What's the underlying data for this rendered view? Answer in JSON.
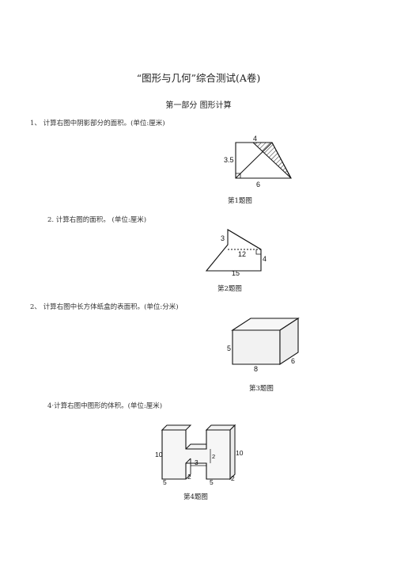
{
  "title": "“图形与几何”综合测试(A卷)",
  "section": "第一部分    图形计算",
  "questions": [
    {
      "text": "1、 计算右图中阴影部分的面积。(单位:厘米)",
      "labels": {
        "top": "4",
        "left": "3.5",
        "bottom": "6"
      },
      "caption": "第1题图"
    },
    {
      "text": "2. 计算右图的面积。 (单位:厘米)",
      "labels": {
        "left": "3",
        "middle": "12",
        "right": "4",
        "bottom": "15"
      },
      "caption": "第2题图"
    },
    {
      "text": "2、 计算右图中长方体纸盒的表面积。(单位:分米)",
      "labels": {
        "height": "5",
        "length": "8",
        "width": "6"
      },
      "caption": "第3题图"
    },
    {
      "text": "4·计算右图中图形的体积。(单位:厘米)",
      "labels": {
        "left_height": "10",
        "right_height": "10",
        "bridge_height": "2",
        "inner_width": "3",
        "bottom_left": "5",
        "bottom_left_depth": "2",
        "bottom_right": "5",
        "bottom_right_depth": "2"
      },
      "caption": "第4题图"
    }
  ]
}
